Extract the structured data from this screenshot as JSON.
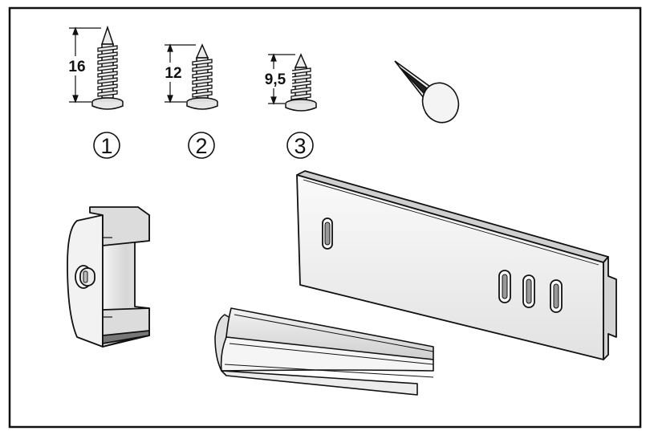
{
  "screws": [
    {
      "length_label": "16",
      "number": "1"
    },
    {
      "length_label": "12",
      "number": "2"
    },
    {
      "length_label": "9,5",
      "number": "3"
    }
  ],
  "colors": {
    "outline": "#111111",
    "part_fill": "#eaeaea",
    "shade": "#c8c8c8"
  },
  "icons": [
    "screw-icon",
    "pin-icon",
    "door-bracket-icon",
    "clip-icon",
    "cover-strip-icon"
  ]
}
